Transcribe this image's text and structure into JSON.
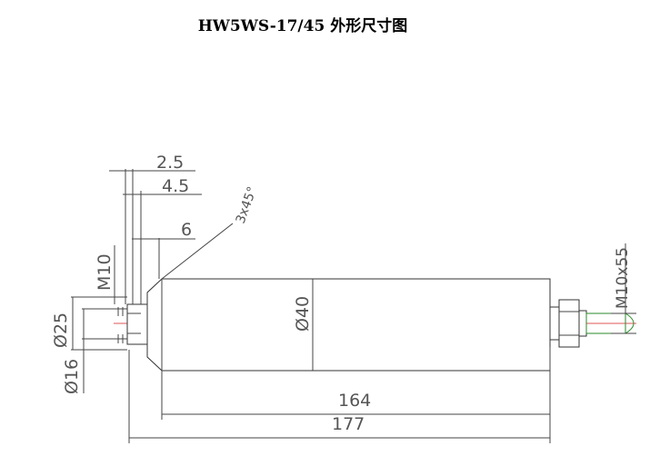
{
  "title": "HW5WS-17/45 外形尺寸图",
  "dimensions": {
    "d_2_5": "2.5",
    "d_4_5": "4.5",
    "d_6": "6",
    "chamfer": "3x45°",
    "m10": "M10",
    "dia25": "Ø25",
    "dia16": "Ø16",
    "dia40": "Ø40",
    "len164": "164",
    "len177": "177",
    "thread_end": "M10x55"
  },
  "colors": {
    "centerline": "#dd5555",
    "thread": "#2a8a2a"
  }
}
